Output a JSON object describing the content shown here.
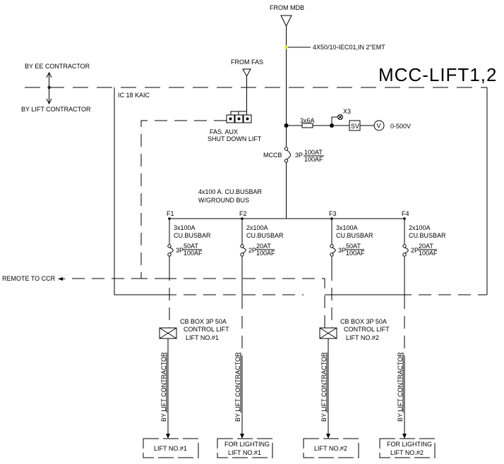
{
  "drawing": {
    "title": "MCC-LIFT1,2",
    "source": "FROM MDB",
    "feeder_cable": "4X50/10-IEC01,IN 2\"EMT",
    "boundary": {
      "upper_label": "BY EE CONTRACTOR",
      "lower_label": "BY LIFT CONTRACTOR"
    },
    "kaic_label": "IC 18 KAIC",
    "fas": {
      "source": "FROM FAS",
      "label_line1": "FAS. AUX",
      "label_line2": "SHUT DOWN LIFT"
    },
    "metering": {
      "fuse_label": "3x6A",
      "lamp_label": "X3",
      "selector_label": "SV",
      "voltmeter_label": "V",
      "voltmeter_range": "0-500V"
    },
    "main_breaker": {
      "type": "MCCB",
      "poles": "3P",
      "trip": "100AT",
      "frame": "100AF"
    },
    "busbar": {
      "line1": "4x100 A. CU.BUSBAR",
      "line2": "W/GROUND BUS"
    },
    "feeders": [
      {
        "id": "F1",
        "bus_line1": "3x100A",
        "bus_line2": "CU.BUSBAR",
        "poles": "3P",
        "trip": "50AT",
        "frame": "100AF"
      },
      {
        "id": "F2",
        "bus_line1": "2x100A",
        "bus_line2": "CU.BUSBAR",
        "poles": "2P",
        "trip": "20AT",
        "frame": "100AF"
      },
      {
        "id": "F3",
        "bus_line1": "3x100A",
        "bus_line2": "CU.BUSBAR",
        "poles": "3P",
        "trip": "50AT",
        "frame": "100AF"
      },
      {
        "id": "F4",
        "bus_line1": "2x100A",
        "bus_line2": "CU.BUSBAR",
        "poles": "2P",
        "trip": "20AT",
        "frame": "100AF"
      }
    ],
    "remote_label": "REMOTE TO CCR",
    "cb_boxes": [
      {
        "line1": "CB BOX 3P 50A",
        "line2": "CONTROL LIFT",
        "line3": "LIFT NO.#1"
      },
      {
        "line1": "CB BOX 3P 50A",
        "line2": "CONTROL LIFT",
        "line3": "LIFT NO.#2"
      }
    ],
    "vertical_cable_label": "BY LIFT CONTRACTOR",
    "loads": [
      {
        "line1": "LIFT NO.#1",
        "line2": ""
      },
      {
        "line1": "FOR LIGHTING",
        "line2": "LIFT NO.#1"
      },
      {
        "line1": "LIFT NO.#2",
        "line2": ""
      },
      {
        "line1": "FOR LIGHTING",
        "line2": "LIFT NO.#2"
      }
    ],
    "colors": {
      "line": "#000000",
      "background": "#ffffff",
      "cable_tag_marker": "#e8e84a"
    }
  }
}
